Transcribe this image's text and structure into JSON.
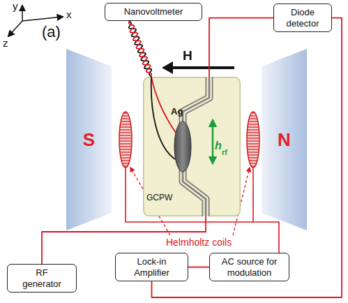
{
  "diagram": {
    "nodes": [
      {
        "text": [
          "Nanovoltmeter"
        ]
      },
      {
        "text": [
          "Diode detector"
        ]
      },
      {
        "text": [
          "S"
        ]
      },
      {
        "text": [
          "Ag",
          "GCPW"
        ]
      },
      {
        "text": [
          "N"
        ]
      },
      {
        "text": [
          "RF generator"
        ]
      },
      {
        "text": [
          "Lock-in Amplifier"
        ]
      },
      {
        "text": [
          "AC source for modulation"
        ]
      }
    ],
    "edges": [
      {
        "from": 3,
        "to": 0,
        "arrow": "none"
      },
      {
        "from": 1,
        "to": 3,
        "arrow": "none"
      },
      {
        "from": 5,
        "to": 3,
        "arrow": "none"
      },
      {
        "from": 6,
        "to": 7,
        "arrow": "none"
      },
      {
        "from": 6,
        "to": 1,
        "arrow": "none"
      }
    ],
    "labels": [
      "y",
      "x",
      "z",
      "(a)",
      "H",
      "h",
      "rf",
      "Helmholtz coils"
    ]
  }
}
